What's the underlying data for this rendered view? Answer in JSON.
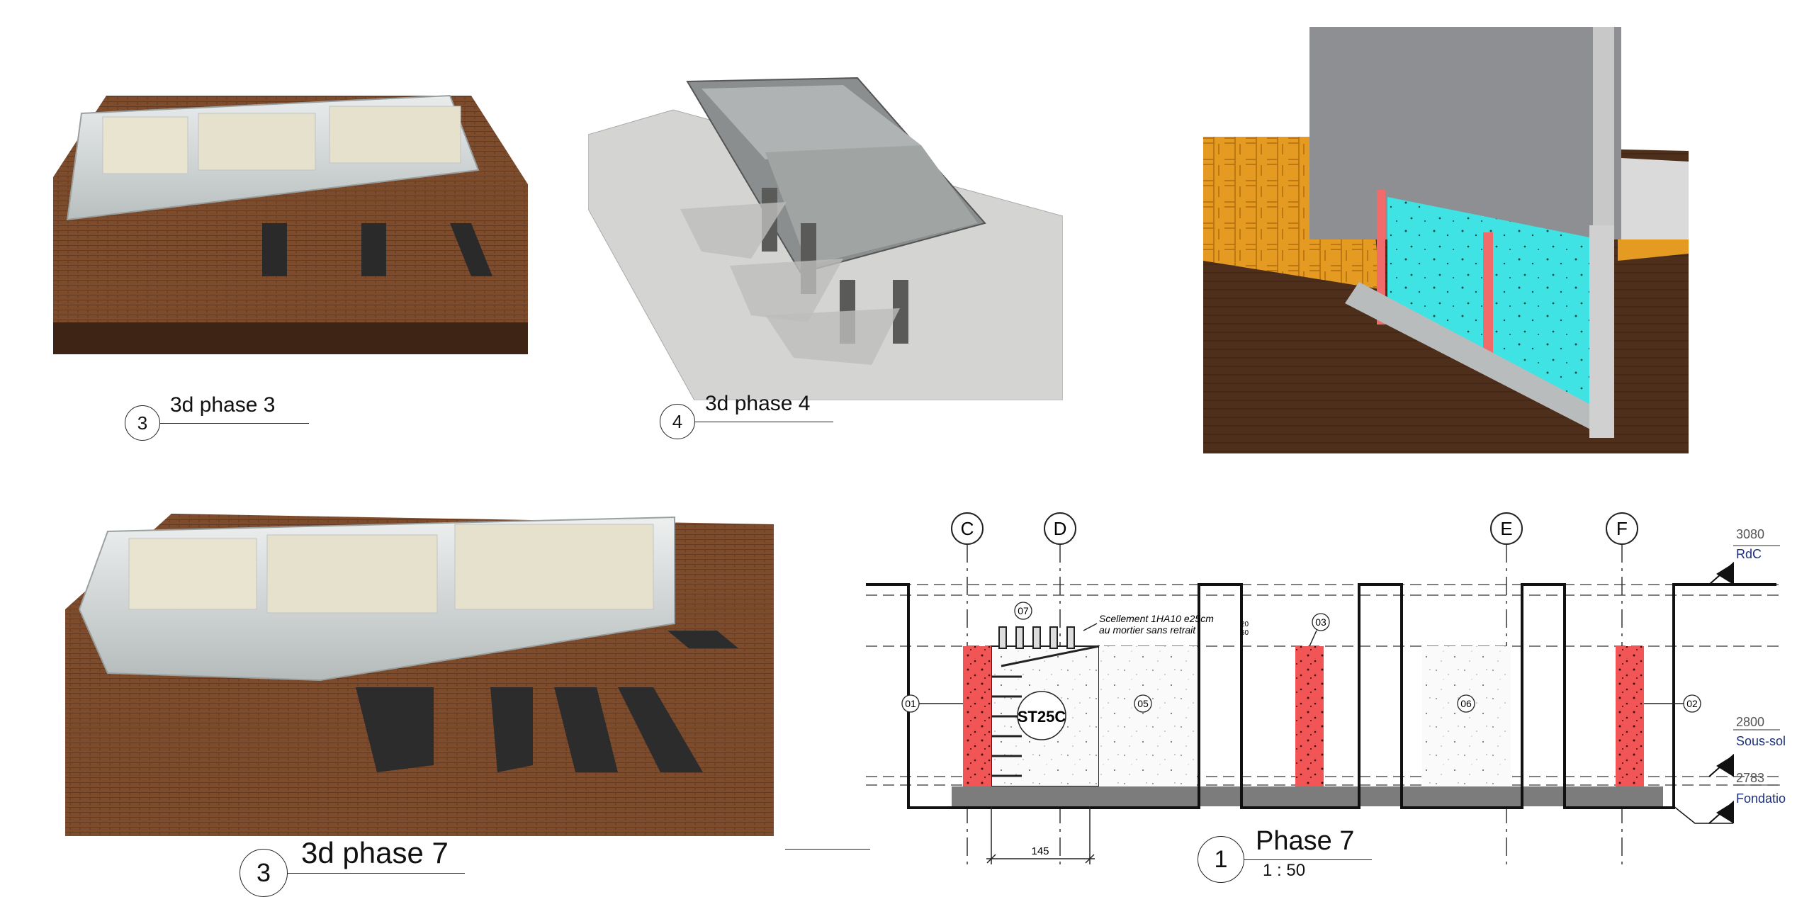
{
  "views": {
    "phase3": {
      "number": "3",
      "title": "3d phase 3"
    },
    "phase4": {
      "number": "4",
      "title": "3d phase 4"
    },
    "phase7": {
      "number": "3",
      "title": "3d phase 7"
    },
    "section": {
      "number": "1",
      "title": "Phase 7",
      "scale": "1 : 50"
    }
  },
  "section": {
    "grid_axes": [
      "C",
      "D",
      "E",
      "F"
    ],
    "levels": [
      {
        "value": "3080",
        "name": "RdC"
      },
      {
        "value": "2800",
        "name": "Sous-sol"
      },
      {
        "value": "2783",
        "name": "Fondatio"
      }
    ],
    "tags": [
      "01",
      "07",
      "05",
      "03",
      "06",
      "02"
    ],
    "note_line1": "Scellement 1HA10 e25cm",
    "note_line2": "au mortier sans retrait",
    "dim_small_top": "20",
    "dim_small_bottom": "50",
    "element_label": "ST25C",
    "dimension": "145"
  },
  "colors": {
    "soil": "#7a4a2c",
    "concrete_grey": "#c9cbcb",
    "insulation_cyan": "#3fe3e3",
    "wood_orange": "#e59a22",
    "section_red": "#f25555",
    "level_text": "#1b2f7a"
  }
}
